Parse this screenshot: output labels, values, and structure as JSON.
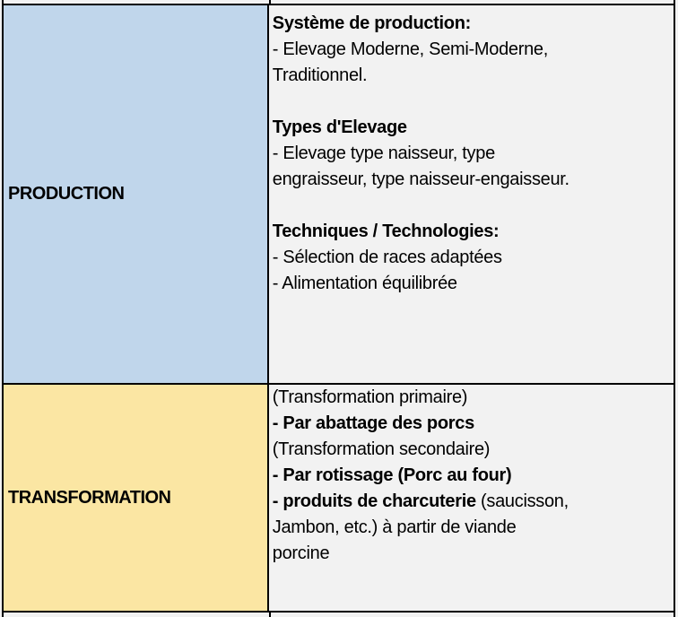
{
  "table": {
    "rows": [
      {
        "label": "PRODUCTION",
        "label_bg": "#c0d6eb",
        "content": {
          "section1_title": "Système de production:",
          "section1_line1": "- Elevage Moderne, Semi-Moderne,",
          "section1_line2": "Traditionnel.",
          "section2_title": "Types d'Elevage",
          "section2_line1": "- Elevage type naisseur, type",
          "section2_line2": "engraisseur, type naisseur-engaisseur.",
          "section3_title": "Techniques / Technologies:",
          "section3_line1": "- Sélection de races adaptées",
          "section3_line2": "- Alimentation équilibrée"
        }
      },
      {
        "label": "TRANSFORMATION",
        "label_bg": "#fbe6a3",
        "content": {
          "line1": "(Transformation primaire)",
          "line2_bold": "- Par abattage des porcs",
          "line3": "(Transformation secondaire)",
          "line4_bold": "- Par rotissage (Porc au four)",
          "line5_bold": "- produits de charcuterie",
          "line5_rest": " (saucisson,",
          "line6": "Jambon, etc.) à partir de viande",
          "line7": "porcine"
        }
      }
    ]
  }
}
